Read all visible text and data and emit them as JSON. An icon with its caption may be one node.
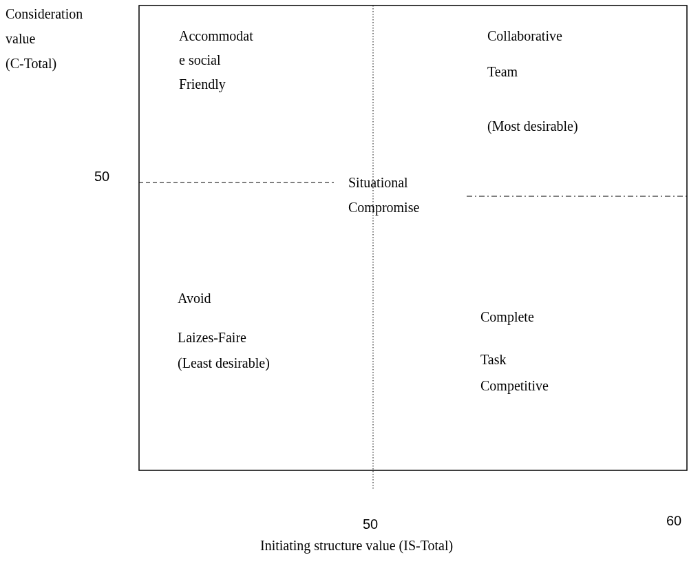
{
  "diagram": {
    "labels": [
      "Consideration value",
      "(C-Total)",
      "Accommodat",
      "e social",
      "Friendly",
      "Collaborative",
      "Team",
      "(Most desirable)",
      "50",
      "Situational Compromise",
      "Avoid",
      "Laizes-Faire",
      "(Least desirable)",
      "Complete",
      "Task",
      "Competitive",
      "50",
      "60",
      "Initiating structure value (IS-Total)"
    ]
  }
}
